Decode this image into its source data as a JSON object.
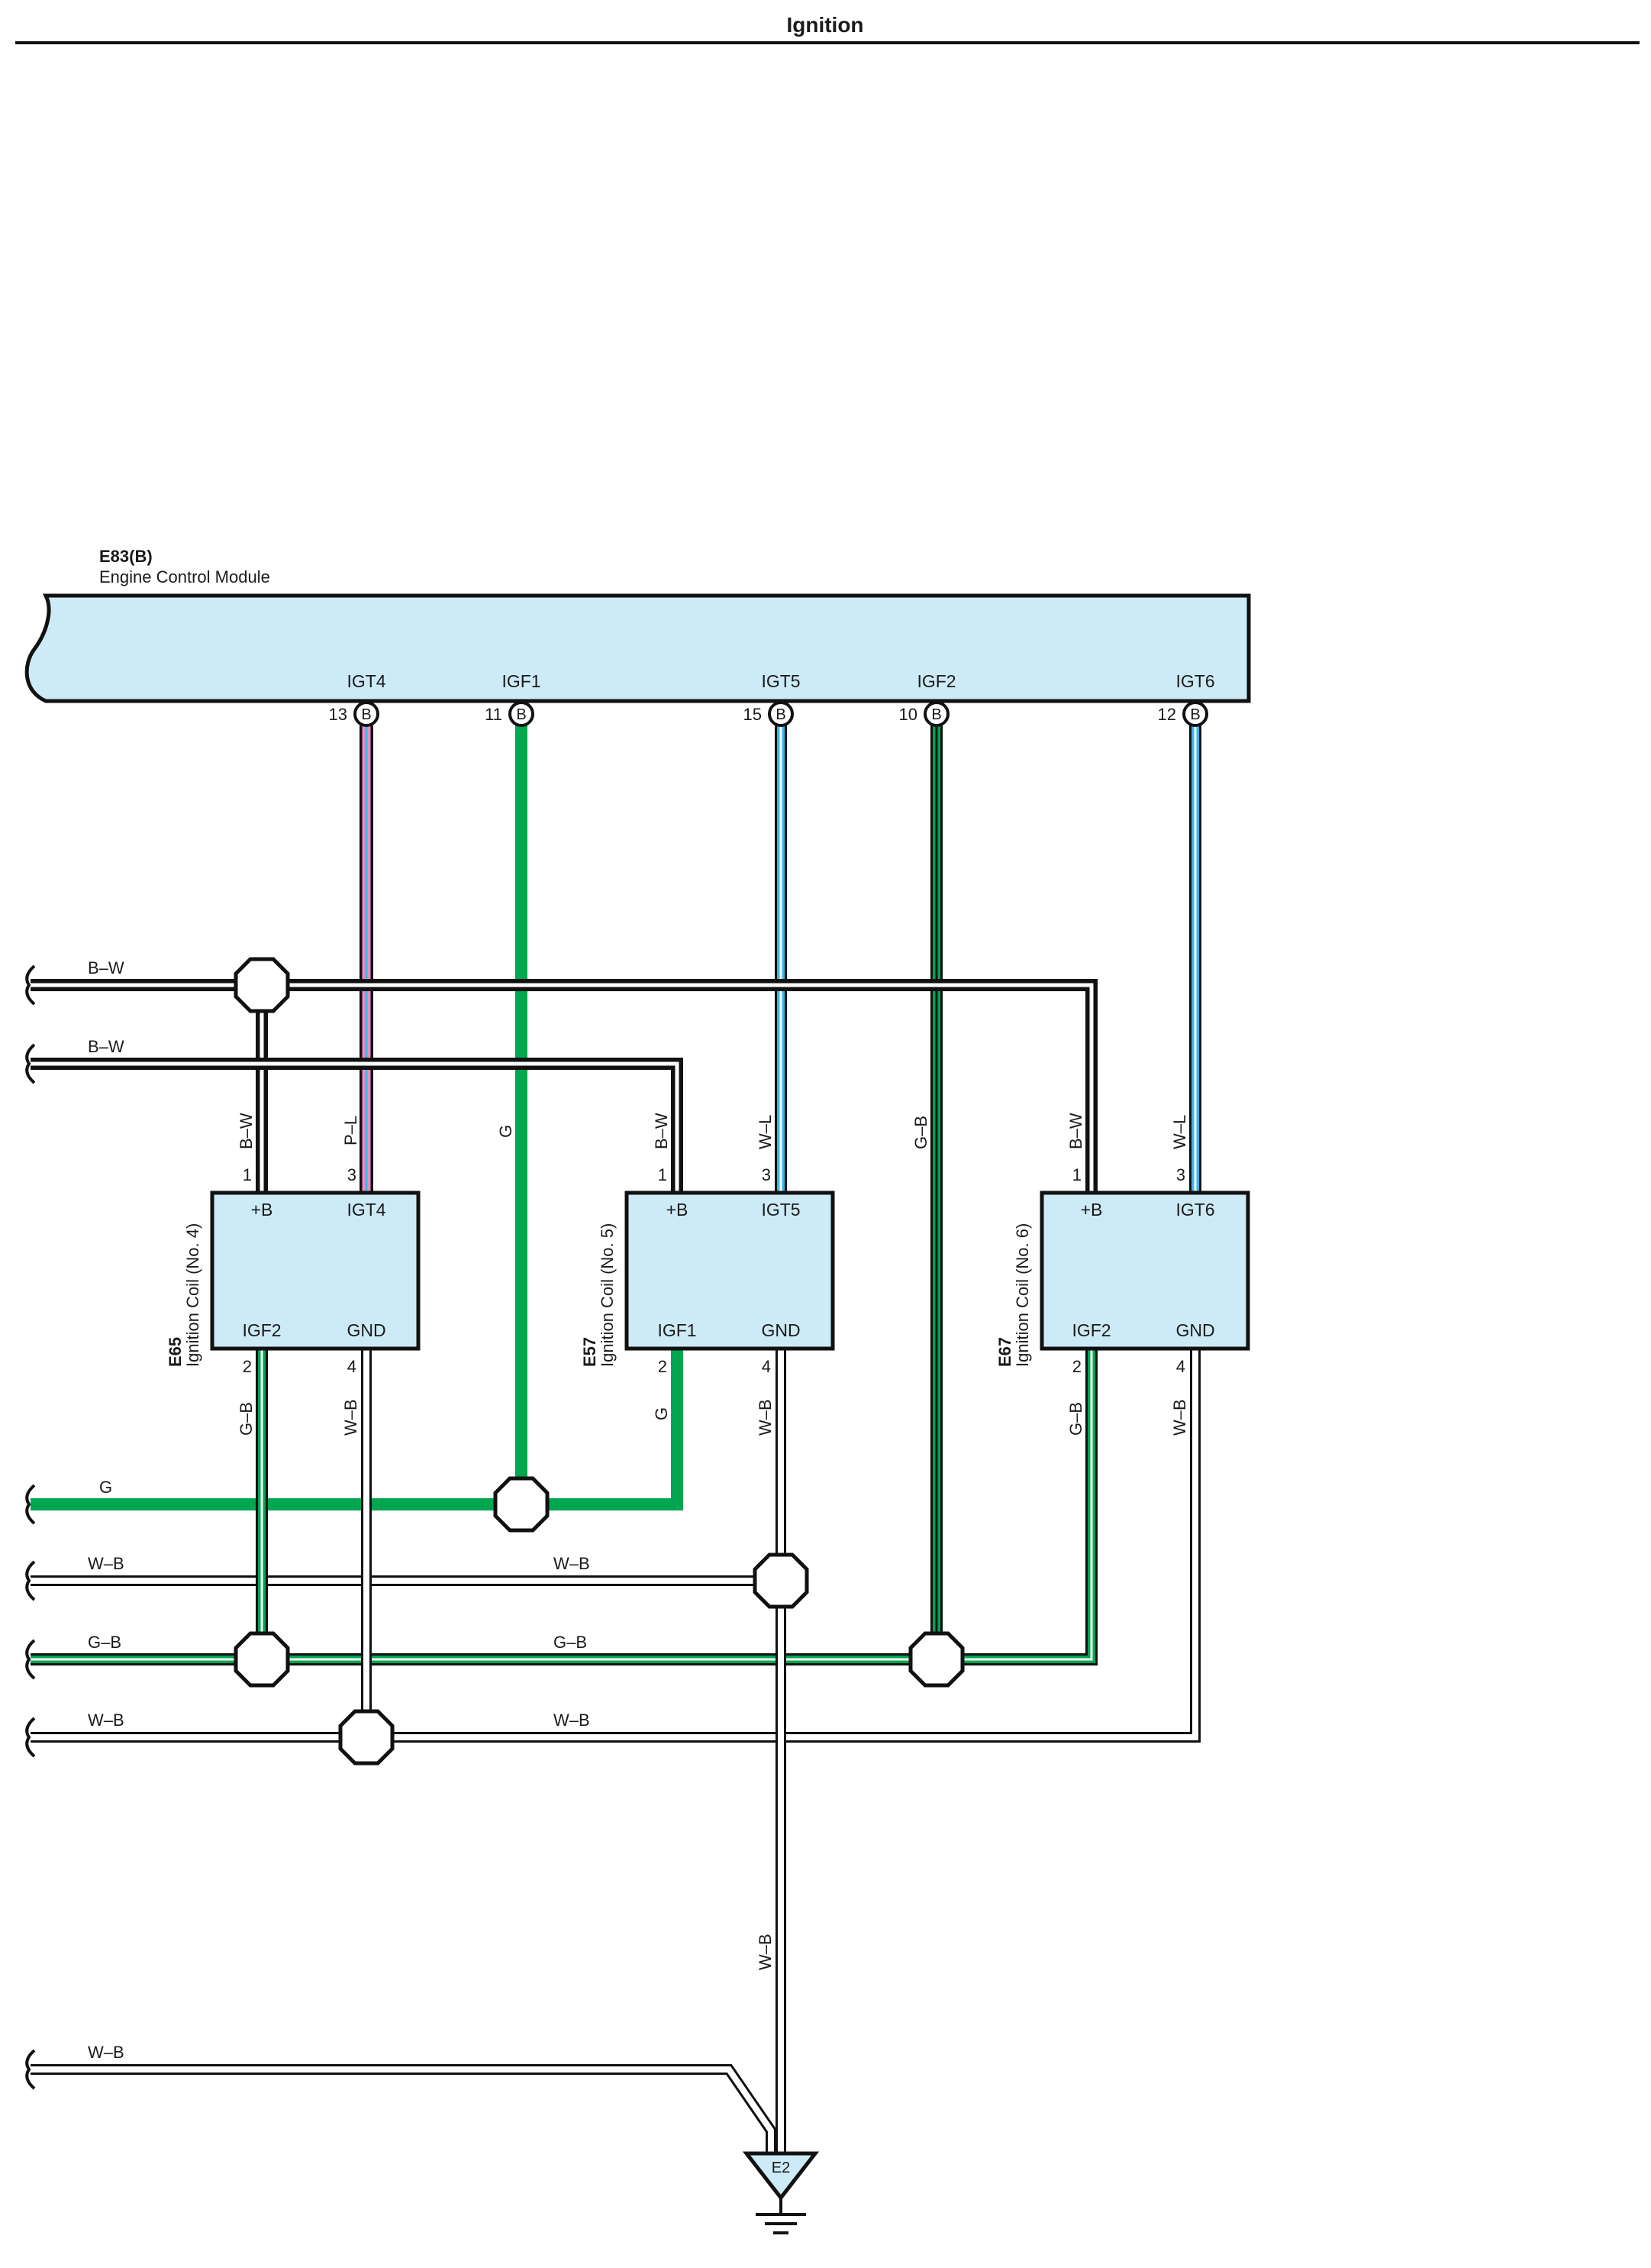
{
  "page": {
    "title": "Ignition"
  },
  "colors": {
    "module_fill": "#cdeaf7",
    "outline": "#111111",
    "green": "#00a650",
    "pink": "#e98cc3",
    "blue": "#37b6e8",
    "white": "#ffffff",
    "black": "#111111"
  },
  "ecm": {
    "code": "E83(B)",
    "name": "Engine Control Module",
    "connector": "B",
    "pins": [
      {
        "name": "IGT4",
        "num": "13"
      },
      {
        "name": "IGF1",
        "num": "11"
      },
      {
        "name": "IGT5",
        "num": "15"
      },
      {
        "name": "IGF2",
        "num": "10"
      },
      {
        "name": "IGT6",
        "num": "12"
      }
    ]
  },
  "coils": [
    {
      "code": "E65",
      "name": "Ignition Coil (No. 4)",
      "pins": {
        "b": "+B",
        "igt": "IGT4",
        "igf": "IGF2",
        "gnd": "GND"
      },
      "nums": {
        "b": "1",
        "igt": "3",
        "igf": "2",
        "gnd": "4"
      },
      "wires": {
        "b": "B–W",
        "igt": "P–L",
        "igf": "G–B",
        "gnd": "W–B"
      }
    },
    {
      "code": "E57",
      "name": "Ignition Coil (No. 5)",
      "pins": {
        "b": "+B",
        "igt": "IGT5",
        "igf": "IGF1",
        "gnd": "GND"
      },
      "nums": {
        "b": "1",
        "igt": "3",
        "igf": "2",
        "gnd": "4"
      },
      "wires": {
        "b": "B–W",
        "igt": "W–L",
        "igf": "G",
        "gnd": "W–B"
      }
    },
    {
      "code": "E67",
      "name": "Ignition Coil (No. 6)",
      "pins": {
        "b": "+B",
        "igt": "IGT6",
        "igf": "IGF2",
        "gnd": "GND"
      },
      "nums": {
        "b": "1",
        "igt": "3",
        "igf": "2",
        "gnd": "4"
      },
      "wires": {
        "b": "B–W",
        "igt": "W–L",
        "igf": "G–B",
        "gnd": "W–B"
      }
    }
  ],
  "wires": {
    "igf1_vertical": "G",
    "igf2_vertical": "G–B",
    "left_bw_1": "B–W",
    "left_bw_2": "B–W",
    "left_g": "G",
    "left_wb_1": "W–B",
    "mid_wb_1": "W–B",
    "left_gb": "G–B",
    "mid_gb": "G–B",
    "left_wb_2": "W–B",
    "mid_wb_2": "W–B",
    "ground_vertical": "W–B",
    "left_wb_3": "W–B"
  },
  "ground": {
    "label": "E2"
  }
}
